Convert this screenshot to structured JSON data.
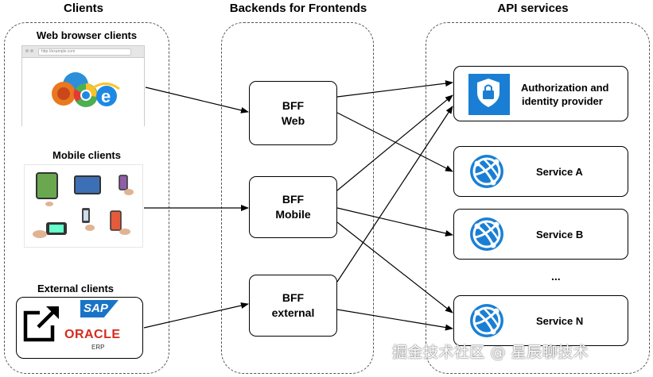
{
  "columns": {
    "clients": "Clients",
    "bff": "Backends  for Frontends",
    "api": "API services"
  },
  "client_groups": {
    "web": "Web browser clients",
    "mobile": "Mobile clients",
    "external": "External clients"
  },
  "logos": {
    "sap": "SAP",
    "oracle": "ORACLE",
    "erp": "ERP"
  },
  "browser_url": "http://example.com",
  "bff_nodes": {
    "web": {
      "line1": "BFF",
      "line2": "Web"
    },
    "mobile": {
      "line1": "BFF",
      "line2": "Mobile"
    },
    "external": {
      "line1": "BFF",
      "line2": "external"
    }
  },
  "services": {
    "auth": {
      "line1": "Authorization and",
      "line2": "identity provider"
    },
    "a": "Service A",
    "b": "Service B",
    "ellipsis": "...",
    "n": "Service N"
  },
  "watermark": "掘金技术社区 @ 星辰聊技术",
  "colors": {
    "azure_blue": "#1a7fd4",
    "sap_blue": "#1a74c6",
    "oracle_red": "#d52b1e"
  },
  "icons": [
    "shield-lock-icon",
    "globe-network-icon",
    "external-link-icon"
  ]
}
